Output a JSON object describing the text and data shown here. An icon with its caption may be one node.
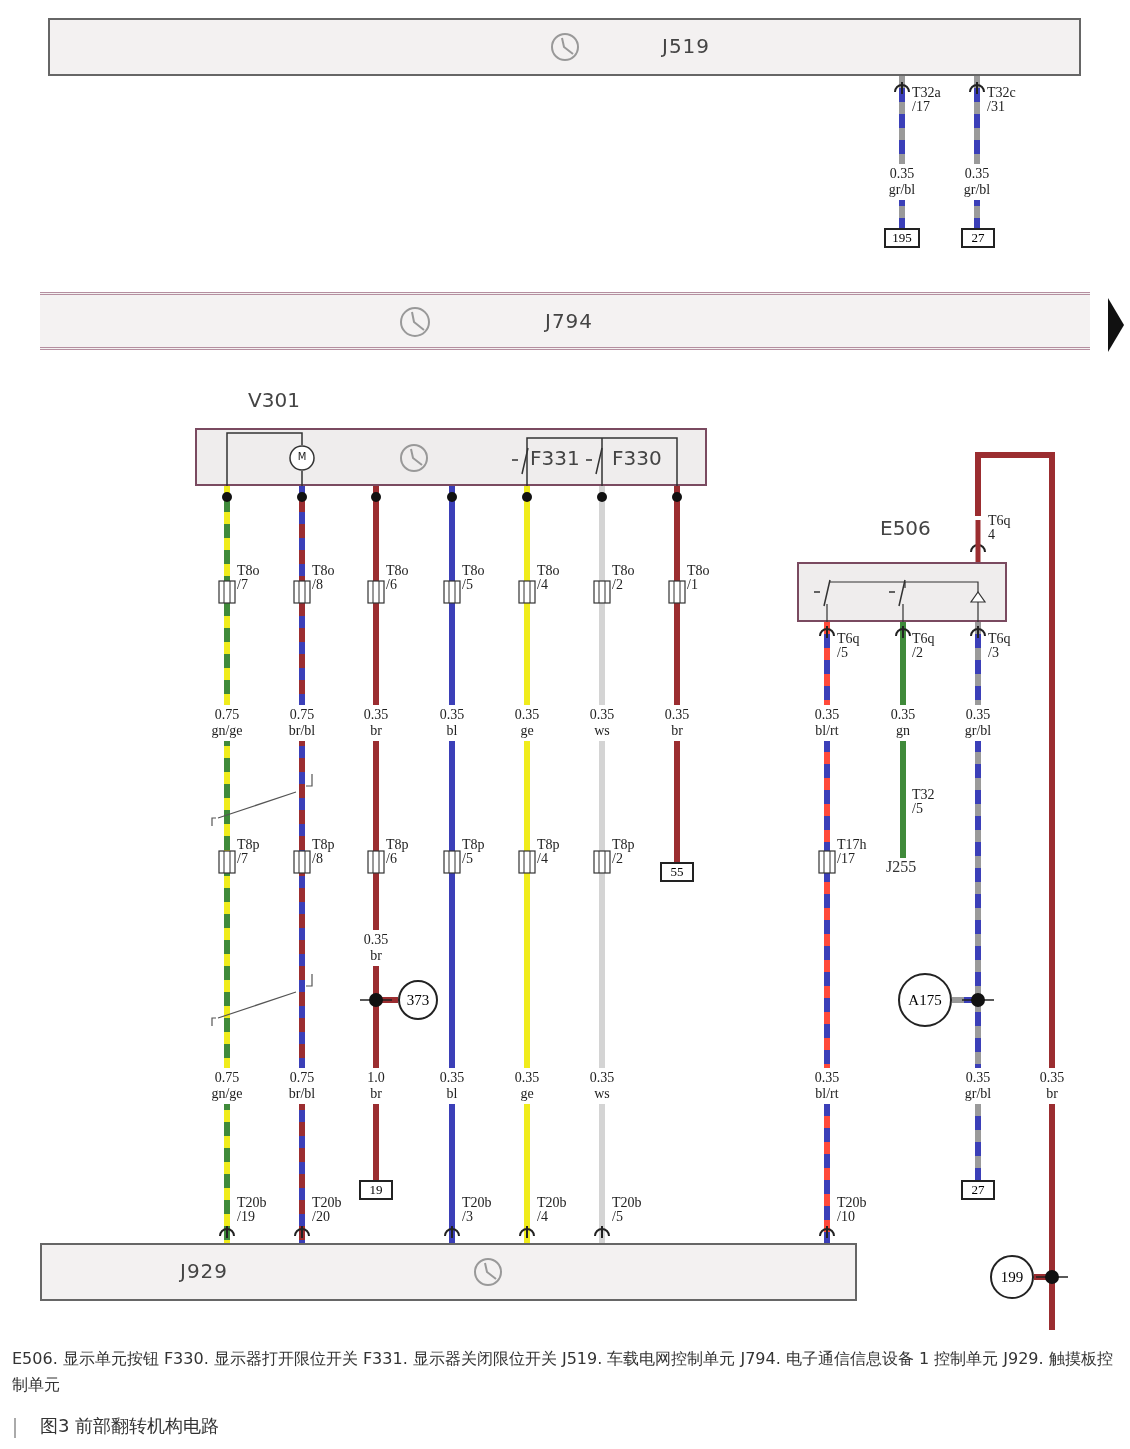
{
  "diagram": {
    "caption": "图3 前部翻转机构电路",
    "nodes": [
      {
        "text": [
          "J519"
        ]
      },
      {
        "text": [
          "195"
        ]
      },
      {
        "text": [
          "27"
        ]
      },
      {
        "text": [
          "J794"
        ]
      },
      {
        "text": [
          "V301"
        ]
      },
      {
        "text": [
          "E506"
        ]
      },
      {
        "text": [
          "J929"
        ]
      },
      {
        "text": [
          "55"
        ]
      },
      {
        "text": [
          "19"
        ]
      },
      {
        "text": [
          "373"
        ]
      },
      {
        "text": [
          "A175"
        ]
      },
      {
        "text": [
          "27"
        ]
      },
      {
        "text": [
          "199"
        ]
      },
      {
        "text": [
          "J255"
        ]
      }
    ],
    "edges": [
      {
        "from": 0,
        "to": 1,
        "arrow": "none",
        "color": "#3b3fb8"
      },
      {
        "from": 0,
        "to": 2,
        "arrow": "none",
        "color": "#3b3fb8"
      },
      {
        "from": 4,
        "to": 6,
        "arrow": "none",
        "color": "#3f8a3a"
      },
      {
        "from": 4,
        "to": 6,
        "arrow": "none",
        "color": "#9b2d30"
      },
      {
        "from": 4,
        "to": 9,
        "arrow": "none",
        "color": "#9b2d30"
      },
      {
        "from": 9,
        "to": 8,
        "arrow": "none",
        "color": "#9b2d30"
      },
      {
        "from": 4,
        "to": 6,
        "arrow": "none",
        "color": "#3b3fb8"
      },
      {
        "from": 4,
        "to": 6,
        "arrow": "none",
        "color": "#f0ec1c"
      },
      {
        "from": 4,
        "to": 6,
        "arrow": "none",
        "color": "#d4d4d4"
      },
      {
        "from": 4,
        "to": 7,
        "arrow": "none",
        "color": "#9b2d30"
      },
      {
        "from": 5,
        "to": 6,
        "arrow": "none",
        "color": "#3b3fb8"
      },
      {
        "from": 5,
        "to": 13,
        "arrow": "none",
        "color": "#3f8a3a"
      },
      {
        "from": 5,
        "to": 10,
        "arrow": "none",
        "color": "#3b3fb8"
      },
      {
        "from": 10,
        "to": 11,
        "arrow": "none",
        "color": "#3b3fb8"
      },
      {
        "from": 5,
        "to": 12,
        "arrow": "none",
        "color": "#9b2d30"
      },
      {
        "from": 12,
        "to": null,
        "arrow": "none",
        "color": "#9b2d30"
      }
    ],
    "labels": [
      "T32a /17",
      "T32c /31",
      "0.35 gr/bl",
      "0.35 gr/bl",
      "F331",
      "F330",
      "M",
      "T8o /7",
      "T8o /8",
      "T8o /6",
      "T8o /5",
      "T8o /4",
      "T8o /2",
      "T8o /1",
      "T6q 4",
      "T6q /5",
      "T6q /2",
      "T6q /3",
      "0.75 gn/ge",
      "0.75 br/bl",
      "0.35 br",
      "0.35 bl",
      "0.35 ge",
      "0.35 ws",
      "0.35 br",
      "0.35 bl/rt",
      "0.35 gn",
      "0.35 gr/bl",
      "T32 /5",
      "T8p /7",
      "T8p /8",
      "T8p /6",
      "T8p /5",
      "T8p /4",
      "T8p /2",
      "T17h /17",
      "0.35 br",
      "0.75 gn/ge",
      "0.75 br/bl",
      "1.0 br",
      "0.35 bl",
      "0.35 ge",
      "0.35 ws",
      "0.35 bl/rt",
      "0.35 gr/bl",
      "0.35 br",
      "T20b /19",
      "T20b /20",
      "T20b /3",
      "T20b /4",
      "T20b /5",
      "T20b /10",
      "E506. 显示单元按钮 F330. 显示器打开限位开关 F331. 显示器关闭限位开关 J519. 车载电网控制单元 J794. 电子通信信息设备 1 控制单元 J929. 触摸板控制单元"
    ]
  }
}
